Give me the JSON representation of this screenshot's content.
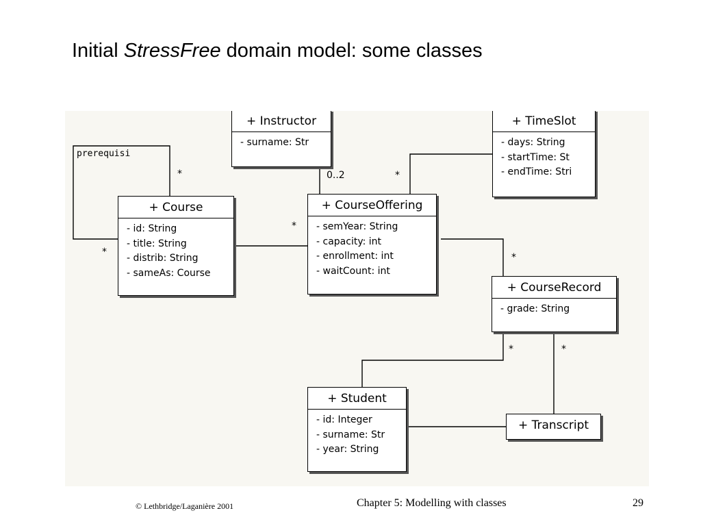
{
  "title": {
    "prefix": "Initial ",
    "italic": "StressFree",
    "suffix": " domain model: some classes"
  },
  "diagram": {
    "classes": {
      "instructor": {
        "name": "+ Instructor",
        "attributes": [
          "- surname: Str"
        ]
      },
      "timeslot": {
        "name": "+ TimeSlot",
        "attributes": [
          "- days: String",
          "- startTime: St",
          "- endTime: Stri"
        ]
      },
      "course": {
        "name": "+ Course",
        "attributes": [
          "- id: String",
          "- title: String",
          "- distrib: String",
          "- sameAs: Course"
        ]
      },
      "courseoffering": {
        "name": "+ CourseOffering",
        "attributes": [
          "- semYear: String",
          "- capacity: int",
          "- enrollment: int",
          "- waitCount: int"
        ]
      },
      "courserecord": {
        "name": "+ CourseRecord",
        "attributes": [
          "- grade: String"
        ]
      },
      "student": {
        "name": "+ Student",
        "attributes": [
          "- id: Integer",
          "- surname: Str",
          "- year: String"
        ]
      },
      "transcript": {
        "name": "+ Transcript",
        "attributes": []
      }
    },
    "role_label": "prerequisi",
    "multiplicities": {
      "prereq_top": "*",
      "prereq_left": "*",
      "course_offering": "*",
      "instructor_offering": "0..2",
      "timeslot_offering": "*",
      "offering_record": "*",
      "record_student": "*",
      "record_transcript": "*"
    }
  },
  "footer": {
    "copyright": "© Lethbridge/Laganière 2001",
    "chapter": "Chapter 5: Modelling with classes",
    "page": "29"
  }
}
